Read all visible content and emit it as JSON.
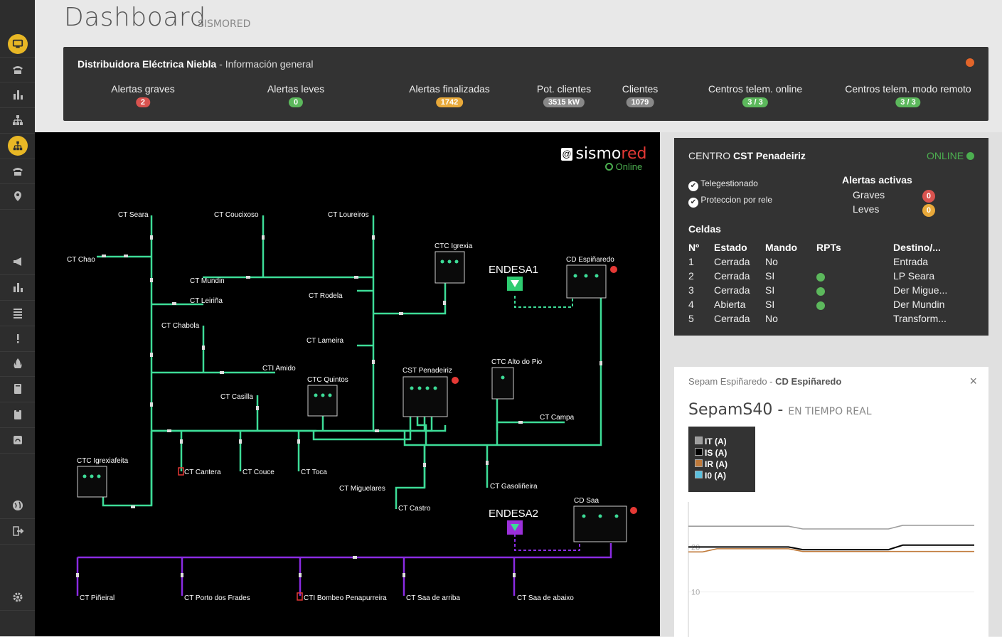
{
  "header": {
    "title": "Dashboard",
    "subtitle": "SISMORED"
  },
  "info": {
    "company": "Distribuidora Eléctrica Niebla",
    "rest": " - Información general",
    "stats": [
      {
        "label": "Alertas graves",
        "value": "2",
        "color": "#d9534f"
      },
      {
        "label": "Alertas leves",
        "value": "0",
        "color": "#5cb85c"
      },
      {
        "label": "Alertas finalizadas",
        "value": "1742",
        "color": "#e8a93a"
      },
      {
        "label": "Pot. clientes",
        "value": "3515 kW",
        "color": "#888888"
      },
      {
        "label": "Clientes",
        "value": "1079",
        "color": "#888888"
      },
      {
        "label": "Centros telem. online",
        "value": "3 / 3",
        "color": "#5cb85c"
      },
      {
        "label": "Centros telem. modo remoto",
        "value": "3 / 3",
        "color": "#5cb85c"
      }
    ]
  },
  "sidebar": {
    "items": [
      "monitor-icon",
      "phone-icon",
      "bar-chart-icon",
      "network-icon",
      "hierarchy-icon",
      "phone-icon",
      "location-icon",
      "megaphone-icon",
      "bar-chart-icon",
      "list-icon",
      "alert-icon",
      "fire-icon",
      "book-icon",
      "clipboard-icon",
      "gauge-icon",
      "globe-icon",
      "logout-icon",
      "gear-icon"
    ]
  },
  "diagram": {
    "logo_prefix": "sismo",
    "logo_suffix": "red",
    "logo_at": "@",
    "status": "Online",
    "labels": {
      "ct_seara": "CT Seara",
      "ct_coucixoso": "CT Coucixoso",
      "ct_loureiros": "CT Loureiros",
      "ct_chao": "CT Chao",
      "ct_mundin": "CT Mundin",
      "ct_leirina": "CT Leiriña",
      "ct_rodela": "CT Rodela",
      "ct_chabola": "CT Chabola",
      "ct_lameira": "CT Lameira",
      "cti_amido": "CTI Amido",
      "ct_casilla": "CT Casilla",
      "ctc_quintos": "CTC Quintos",
      "cst_penadeiriz": "CST Penadeiriz",
      "ctc_alto_pio": "CTC Alto do Pio",
      "ct_campa": "CT Campa",
      "ctc_igrexia": "CTC Igrexia",
      "cd_espinaredo": "CD Espiñaredo",
      "ctc_igrexiafeita": "CTC Igrexiafeita",
      "ct_cantera": "CT Cantera",
      "ct_couce": "CT Couce",
      "ct_toca": "CT Toca",
      "ct_miguelares": "CT Miguelares",
      "ct_gasolineira": "CT Gasoliñeira",
      "ct_castro": "CT Castro",
      "cd_saa": "CD Saa",
      "ct_pineiral": "CT Piñeiral",
      "ct_porto": "CT Porto dos Frades",
      "cti_bombeo": "CTI Bombeo Penapurreira",
      "ct_saa_arriba": "CT Saa de arriba",
      "ct_saa_abaixo": "CT Saa de abaixo"
    },
    "endesa1": "ENDESA1",
    "endesa2": "ENDESA2",
    "green": "#3ddc97",
    "purple": "#8a2be2"
  },
  "centro": {
    "prefix": "CENTRO",
    "name": "CST Penadeiriz",
    "status": "ONLINE",
    "checks": [
      "Telegestionado",
      "Proteccion por rele"
    ],
    "alerts_title": "Alertas activas",
    "alerts": [
      {
        "label": "Graves",
        "value": "0",
        "color": "#d9534f"
      },
      {
        "label": "Leves",
        "value": "0",
        "color": "#e8a93a"
      }
    ],
    "celdas_title": "Celdas",
    "columns": [
      "Nº",
      "Estado",
      "Mando",
      "RPTs",
      "Destino/..."
    ],
    "rows": [
      {
        "n": "1",
        "estado": "Cerrada",
        "mando": "No",
        "rpt": false,
        "destino": "Entrada"
      },
      {
        "n": "2",
        "estado": "Cerrada",
        "mando": "SI",
        "rpt": true,
        "destino": "LP Seara"
      },
      {
        "n": "3",
        "estado": "Cerrada",
        "mando": "SI",
        "rpt": true,
        "destino": "Der Migue..."
      },
      {
        "n": "4",
        "estado": "Abierta",
        "mando": "SI",
        "rpt": true,
        "destino": "Der Mundin"
      },
      {
        "n": "5",
        "estado": "Cerrada",
        "mando": "No",
        "rpt": false,
        "destino": "Transform..."
      }
    ]
  },
  "sepam": {
    "head_pre": "Sepam Espiñaredo - ",
    "head_bold": "CD Espiñaredo",
    "close": "×",
    "title": "SepamS40 - ",
    "title_sub": "EN TIEMPO REAL",
    "legend": [
      {
        "name": "IT (A)",
        "color": "#9e9e9e"
      },
      {
        "name": "IS (A)",
        "color": "#000000"
      },
      {
        "name": "IR (A)",
        "color": "#c07a3a"
      },
      {
        "name": "I0 (A)",
        "color": "#5bc0de"
      }
    ]
  },
  "chart_data": {
    "type": "line",
    "title": "SepamS40 - EN TIEMPO REAL",
    "xlabel": "",
    "ylabel": "",
    "yticks": [
      20,
      10
    ],
    "ylim": [
      0,
      30
    ],
    "x": [
      0,
      1,
      2,
      3,
      4,
      5,
      6,
      7,
      8,
      9,
      10,
      11,
      12,
      13,
      14,
      15,
      16,
      17,
      18,
      19,
      20
    ],
    "series": [
      {
        "name": "IT (A)",
        "color": "#9e9e9e",
        "values": [
          24.6,
          24.6,
          24.6,
          24.6,
          24.6,
          24.6,
          24.6,
          24.6,
          24,
          24,
          24,
          24,
          24,
          24,
          24,
          24.8,
          24.8,
          24.8,
          24.8,
          24.8,
          24.8
        ]
      },
      {
        "name": "IS (A)",
        "color": "#000000",
        "values": [
          20,
          20,
          20,
          20,
          20,
          20,
          20,
          20,
          19.4,
          19.4,
          19.4,
          19.4,
          19.4,
          19.4,
          19.4,
          20.4,
          20.4,
          20.4,
          20.4,
          20.4,
          20.4
        ]
      },
      {
        "name": "IR (A)",
        "color": "#c07a3a",
        "values": [
          18.9,
          18.9,
          19.6,
          19.6,
          19.6,
          19.6,
          19.6,
          19.6,
          19.0,
          19.0,
          19.0,
          19.0,
          19.0,
          19.0,
          19.0,
          19.0,
          19.0,
          19.0,
          19.0,
          19.0,
          19.0
        ]
      }
    ]
  }
}
